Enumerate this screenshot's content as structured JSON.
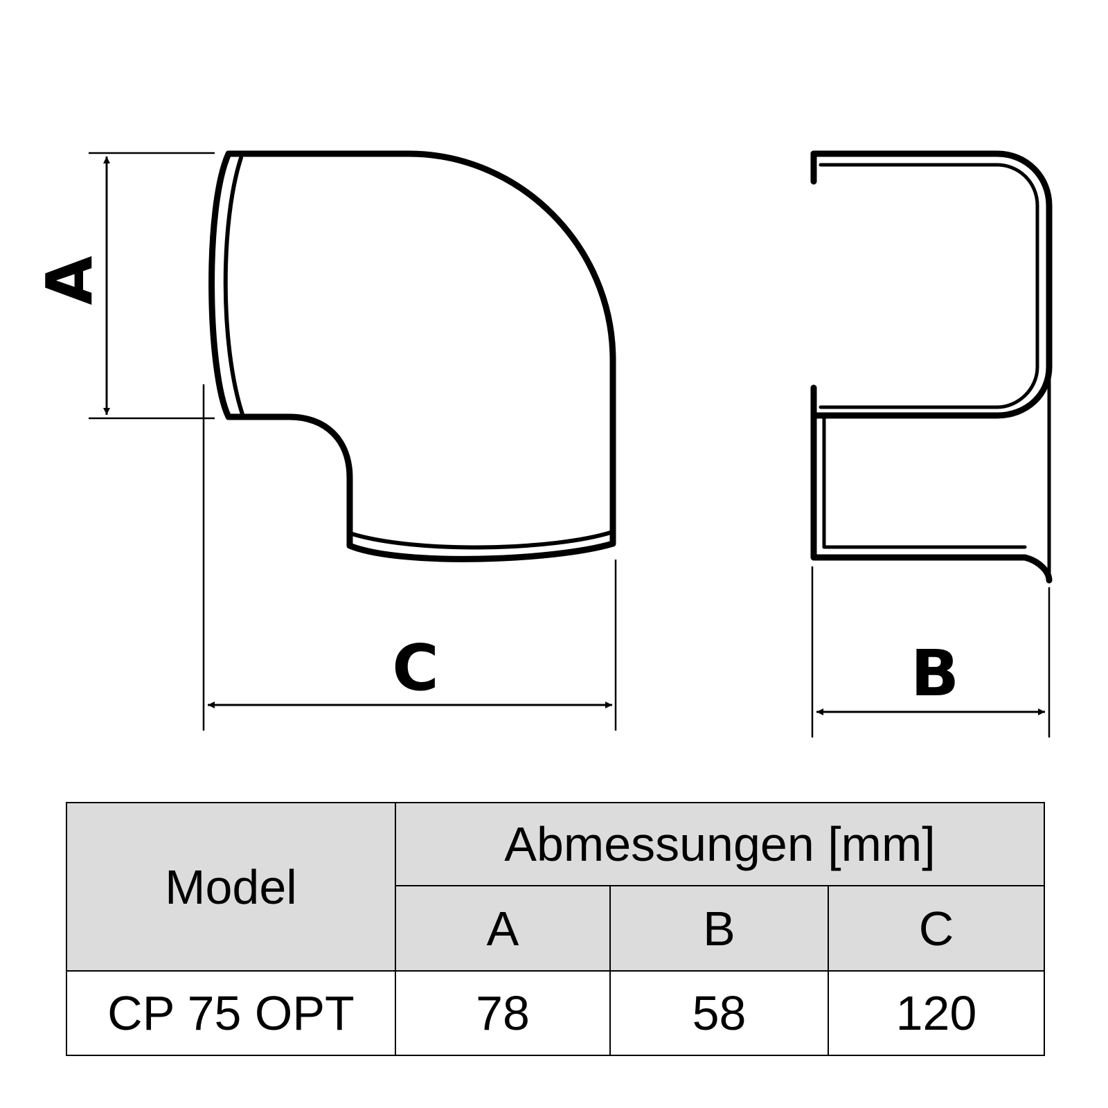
{
  "labels": {
    "dim_a": "A",
    "dim_b": "B",
    "dim_c": "C"
  },
  "table": {
    "model_header": "Model",
    "group_header": "Abmessungen [mm]",
    "columns": [
      "A",
      "B",
      "C"
    ],
    "rows": [
      {
        "model": "CP 75 OPT",
        "a": "78",
        "b": "58",
        "c": "120"
      }
    ]
  }
}
